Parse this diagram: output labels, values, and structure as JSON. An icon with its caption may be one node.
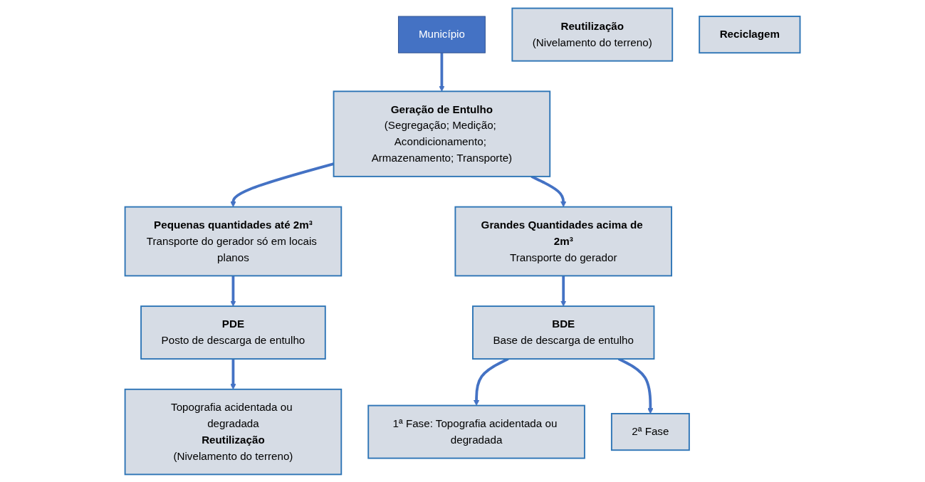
{
  "diagram": {
    "nodes": [
      {
        "text": [
          "Município"
        ]
      },
      {
        "text": [
          "Geração de Entulho",
          "(Segregação; Medição; Acondicionamento; Armazenamento; Transporte)"
        ]
      },
      {
        "text": [
          "Pequenas quantidades até 2m³",
          "Transporte do gerador só em locais planos"
        ]
      },
      {
        "text": [
          "Grandes Quantidades acima de 2m³",
          "Transporte do gerador"
        ]
      },
      {
        "text": [
          "PDE",
          "Posto de descarga de entulho"
        ]
      },
      {
        "text": [
          "BDE",
          "Base de descarga de entulho"
        ]
      },
      {
        "text": [
          "Topografia acidentada ou degradada",
          "Reutilização",
          "(Nivelamento do terreno)"
        ]
      },
      {
        "text": [
          "1ª Fase: Topografia acidentada ou degradada"
        ]
      },
      {
        "text": [
          "2ª Fase"
        ]
      },
      {
        "text": [
          "Reutilização",
          "(Nivelamento do terreno)"
        ]
      },
      {
        "text": [
          "Reciclagem"
        ]
      }
    ],
    "edges": [
      {
        "from": 0,
        "to": 1,
        "arrow": "to"
      },
      {
        "from": 1,
        "to": 2,
        "arrow": "to"
      },
      {
        "from": 1,
        "to": 3,
        "arrow": "to"
      },
      {
        "from": 2,
        "to": 4,
        "arrow": "to"
      },
      {
        "from": 4,
        "to": 6,
        "arrow": "to"
      },
      {
        "from": 3,
        "to": 5,
        "arrow": "to"
      },
      {
        "from": 5,
        "to": 7,
        "arrow": "to"
      },
      {
        "from": 5,
        "to": 8,
        "arrow": "to"
      }
    ]
  }
}
